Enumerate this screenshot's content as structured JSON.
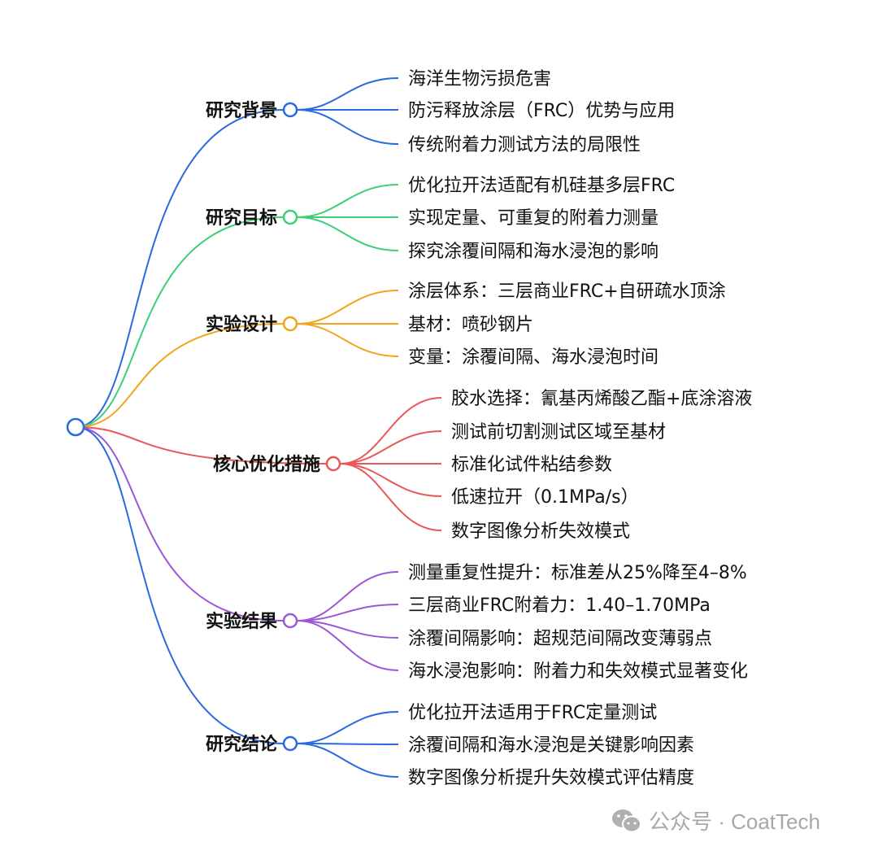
{
  "colors": {
    "blue": "#2a6ae0",
    "green": "#3ccf78",
    "orange": "#f2a41e",
    "red": "#e95757",
    "purple": "#9c57d8"
  },
  "branches": [
    {
      "label": "研究背景",
      "color": "#2a6ae0",
      "leaves": [
        "海洋生物污损危害",
        "防污释放涂层（FRC）优势与应用",
        "传统附着力测试方法的局限性"
      ]
    },
    {
      "label": "研究目标",
      "color": "#3ccf78",
      "leaves": [
        "优化拉开法适配有机硅基多层FRC",
        "实现定量、可重复的附着力测量",
        "探究涂覆间隔和海水浸泡的影响"
      ]
    },
    {
      "label": "实验设计",
      "color": "#f2a41e",
      "leaves": [
        "涂层体系：三层商业FRC+自研疏水顶涂",
        "基材：喷砂钢片",
        "变量：涂覆间隔、海水浸泡时间"
      ]
    },
    {
      "label": "核心优化措施",
      "color": "#e95757",
      "leaves": [
        "胶水选择：氰基丙烯酸乙酯+底涂溶液",
        "测试前切割测试区域至基材",
        "标准化试件粘结参数",
        "低速拉开（0.1MPa/s）",
        "数字图像分析失效模式"
      ]
    },
    {
      "label": "实验结果",
      "color": "#9c57d8",
      "leaves": [
        "测量重复性提升：标准差从25%降至4–8%",
        "三层商业FRC附着力：1.40–1.70MPa",
        "涂覆间隔影响：超规范间隔改变薄弱点",
        "海水浸泡影响：附着力和失效模式显著变化"
      ]
    },
    {
      "label": "研究结论",
      "color": "#2a6ae0",
      "leaves": [
        "优化拉开法适用于FRC定量测试",
        "涂覆间隔和海水浸泡是关键影响因素",
        "数字图像分析提升失效模式评估精度"
      ]
    }
  ],
  "watermark": {
    "icon": "wechat-icon",
    "text": "公众号 · CoatTech"
  }
}
